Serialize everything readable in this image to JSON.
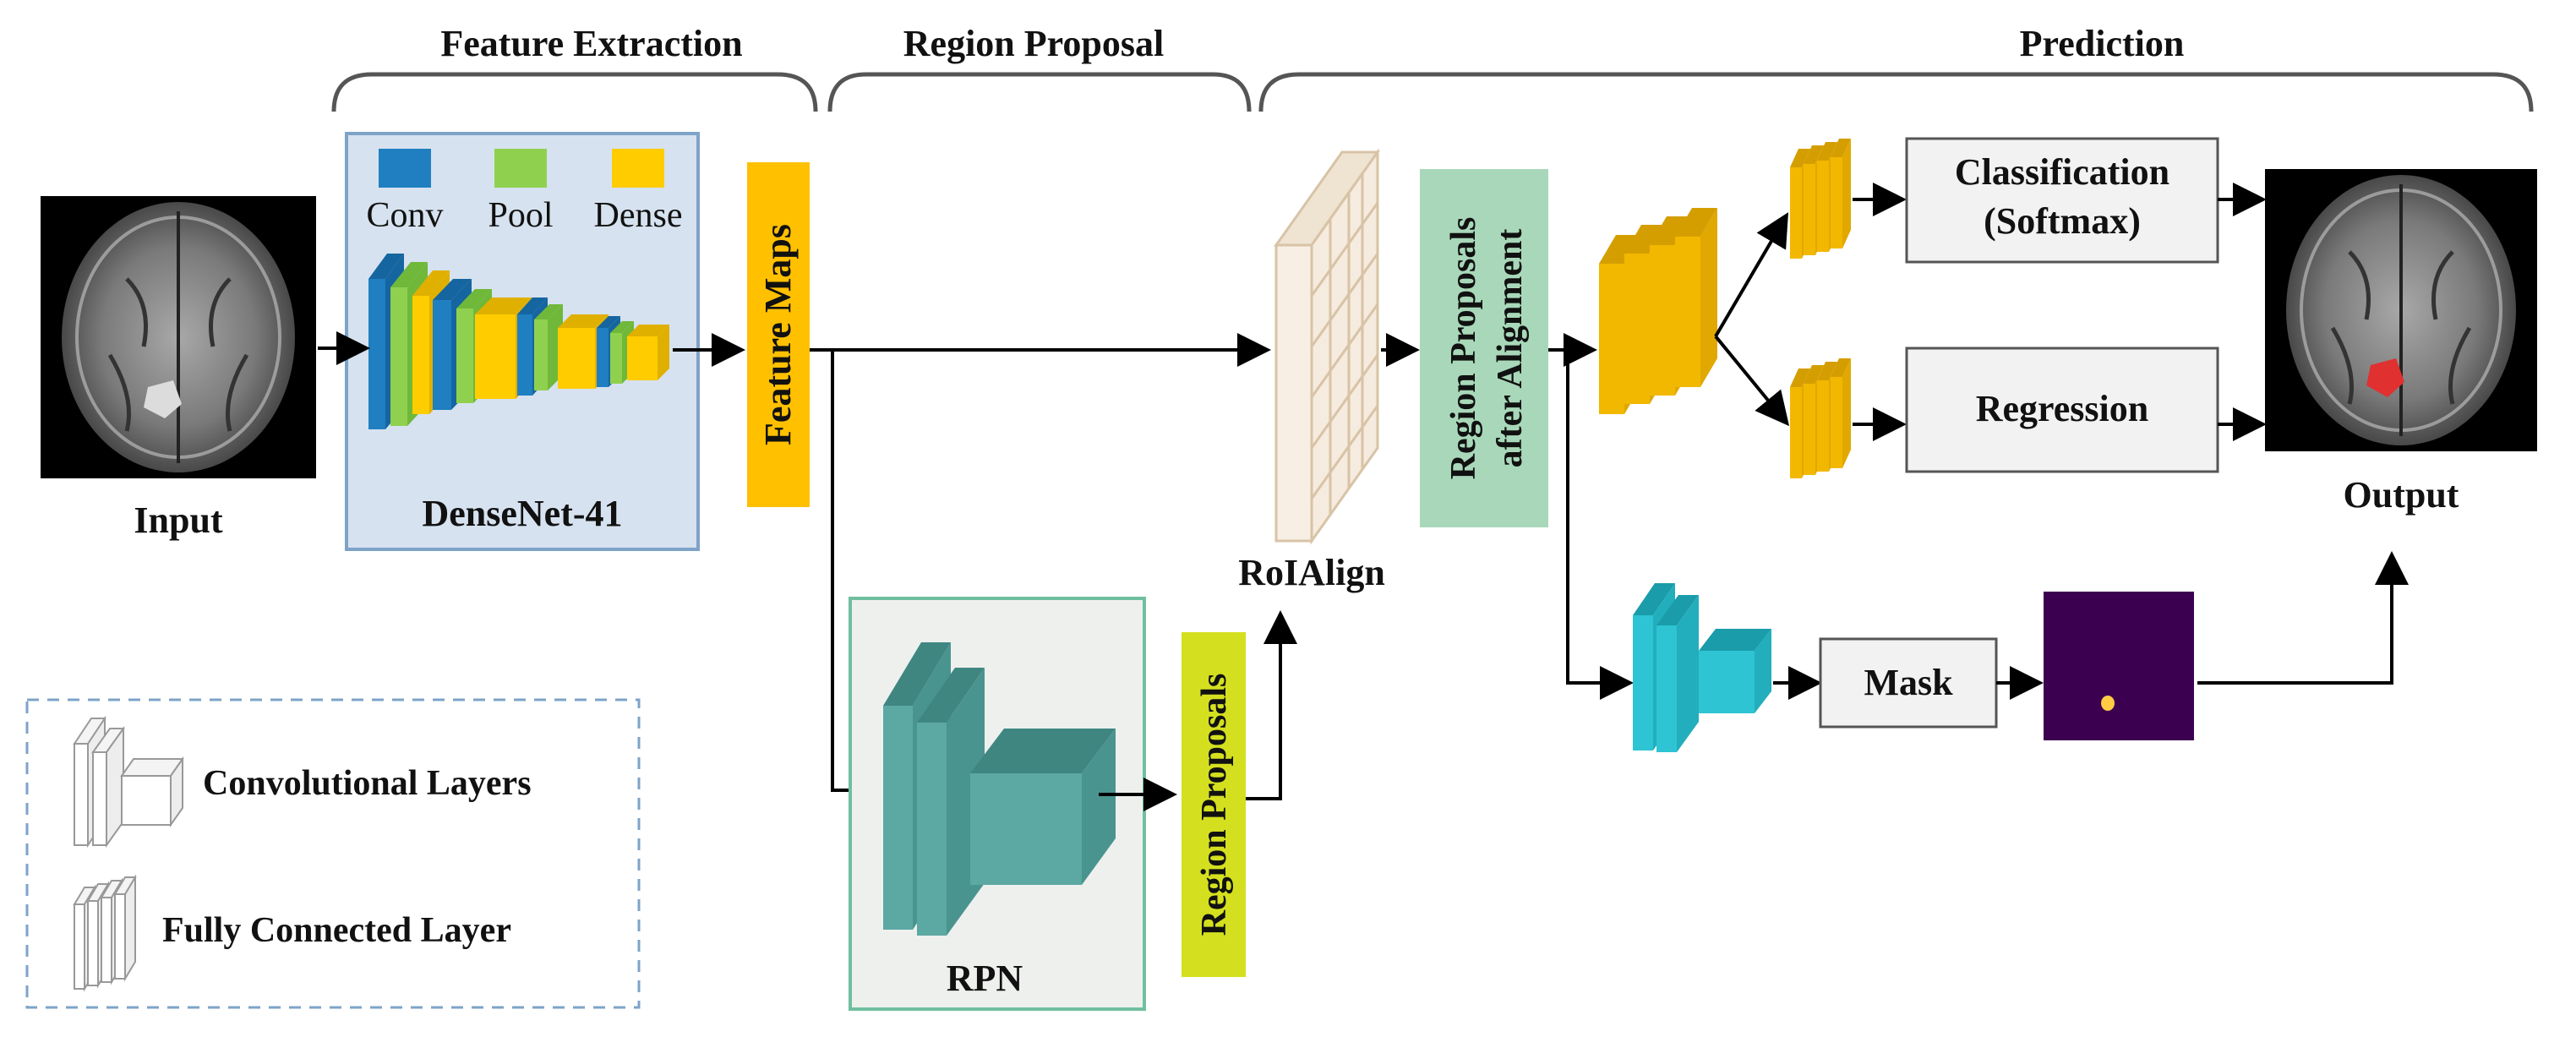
{
  "sections": {
    "feature_extraction": "Feature Extraction",
    "region_proposal": "Region Proposal",
    "prediction": "Prediction"
  },
  "input_label": "Input",
  "output_label": "Output",
  "backbone": {
    "name": "DenseNet-41",
    "legend": {
      "conv": "Conv",
      "pool": "Pool",
      "dense": "Dense"
    }
  },
  "feature_maps_label": "Feature Maps",
  "rpn_label": "RPN",
  "region_proposals_label": "Region Proposals",
  "roialign_label": "RoIAlign",
  "aligned_label_line1": "Region Proposals",
  "aligned_label_line2": "after Alignment",
  "heads": {
    "classification_line1": "Classification",
    "classification_line2": "(Softmax)",
    "regression": "Regression",
    "mask": "Mask"
  },
  "legend": {
    "conv_layers": "Convolutional Layers",
    "fc_layer": "Fully Connected Layer"
  },
  "colors": {
    "conv": "#1f7fc0",
    "pool": "#8fd14f",
    "dense": "#ffcc00",
    "feature_maps": "#ffc000",
    "rpn_box": "#6fbfa0",
    "rpn_blocks": "#5ca8a3",
    "region_proposals": "#d4e01f",
    "aligned": "#a8d8b9",
    "fc": "#f2b800",
    "mask_conv": "#2ec4d4",
    "mask_out": "#3c0050",
    "tumor": "#e03030"
  }
}
